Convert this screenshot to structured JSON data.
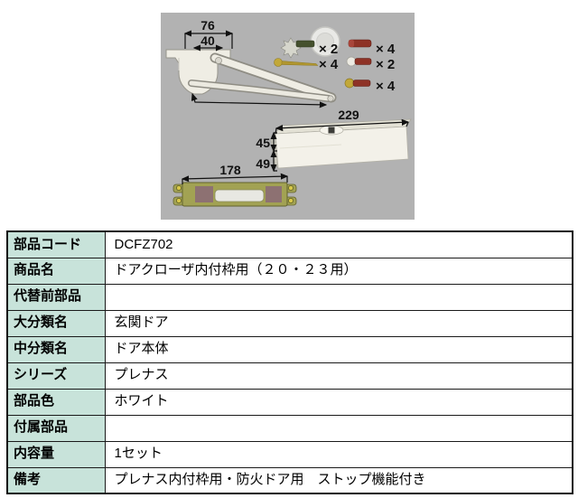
{
  "diagram": {
    "dims": {
      "arm_bracket_outer": "76",
      "arm_bracket_inner": "40",
      "body_length": "229",
      "body_height_upper": "45",
      "body_height_lower": "49",
      "plate_length": "178"
    },
    "fasteners": [
      {
        "icon": "washer-screw-dark-icon",
        "count": "× 2"
      },
      {
        "icon": "maroon-screw-icon",
        "count": "× 4"
      },
      {
        "icon": "long-gold-screw-icon",
        "count": "× 4"
      },
      {
        "icon": "white-head-screw-icon",
        "count": "× 2"
      },
      {
        "icon": "gold-head-screw-icon",
        "count": "× 4"
      }
    ]
  },
  "spec_table": {
    "rows": [
      {
        "label": "部品コード",
        "value": "DCFZ702"
      },
      {
        "label": "商品名",
        "value": "ドアクローザ内付枠用（２０・２３用）"
      },
      {
        "label": "代替前部品",
        "value": ""
      },
      {
        "label": "大分類名",
        "value": "玄関ドア"
      },
      {
        "label": "中分類名",
        "value": "ドア本体"
      },
      {
        "label": "シリーズ",
        "value": "プレナス"
      },
      {
        "label": "部品色",
        "value": "ホワイト"
      },
      {
        "label": "付属部品",
        "value": ""
      },
      {
        "label": "内容量",
        "value": "1セット"
      },
      {
        "label": "備考",
        "value": "プレナス内付枠用・防火ドア用　ストップ機能付き"
      }
    ]
  },
  "colors": {
    "photo_background": "#b2b2b2",
    "table_header_background": "#c8e3da",
    "table_border": "#1a1a1a",
    "plate_brass": "#a2a253",
    "screw_maroon": "#8e3226",
    "screw_gold": "#c2a838"
  }
}
